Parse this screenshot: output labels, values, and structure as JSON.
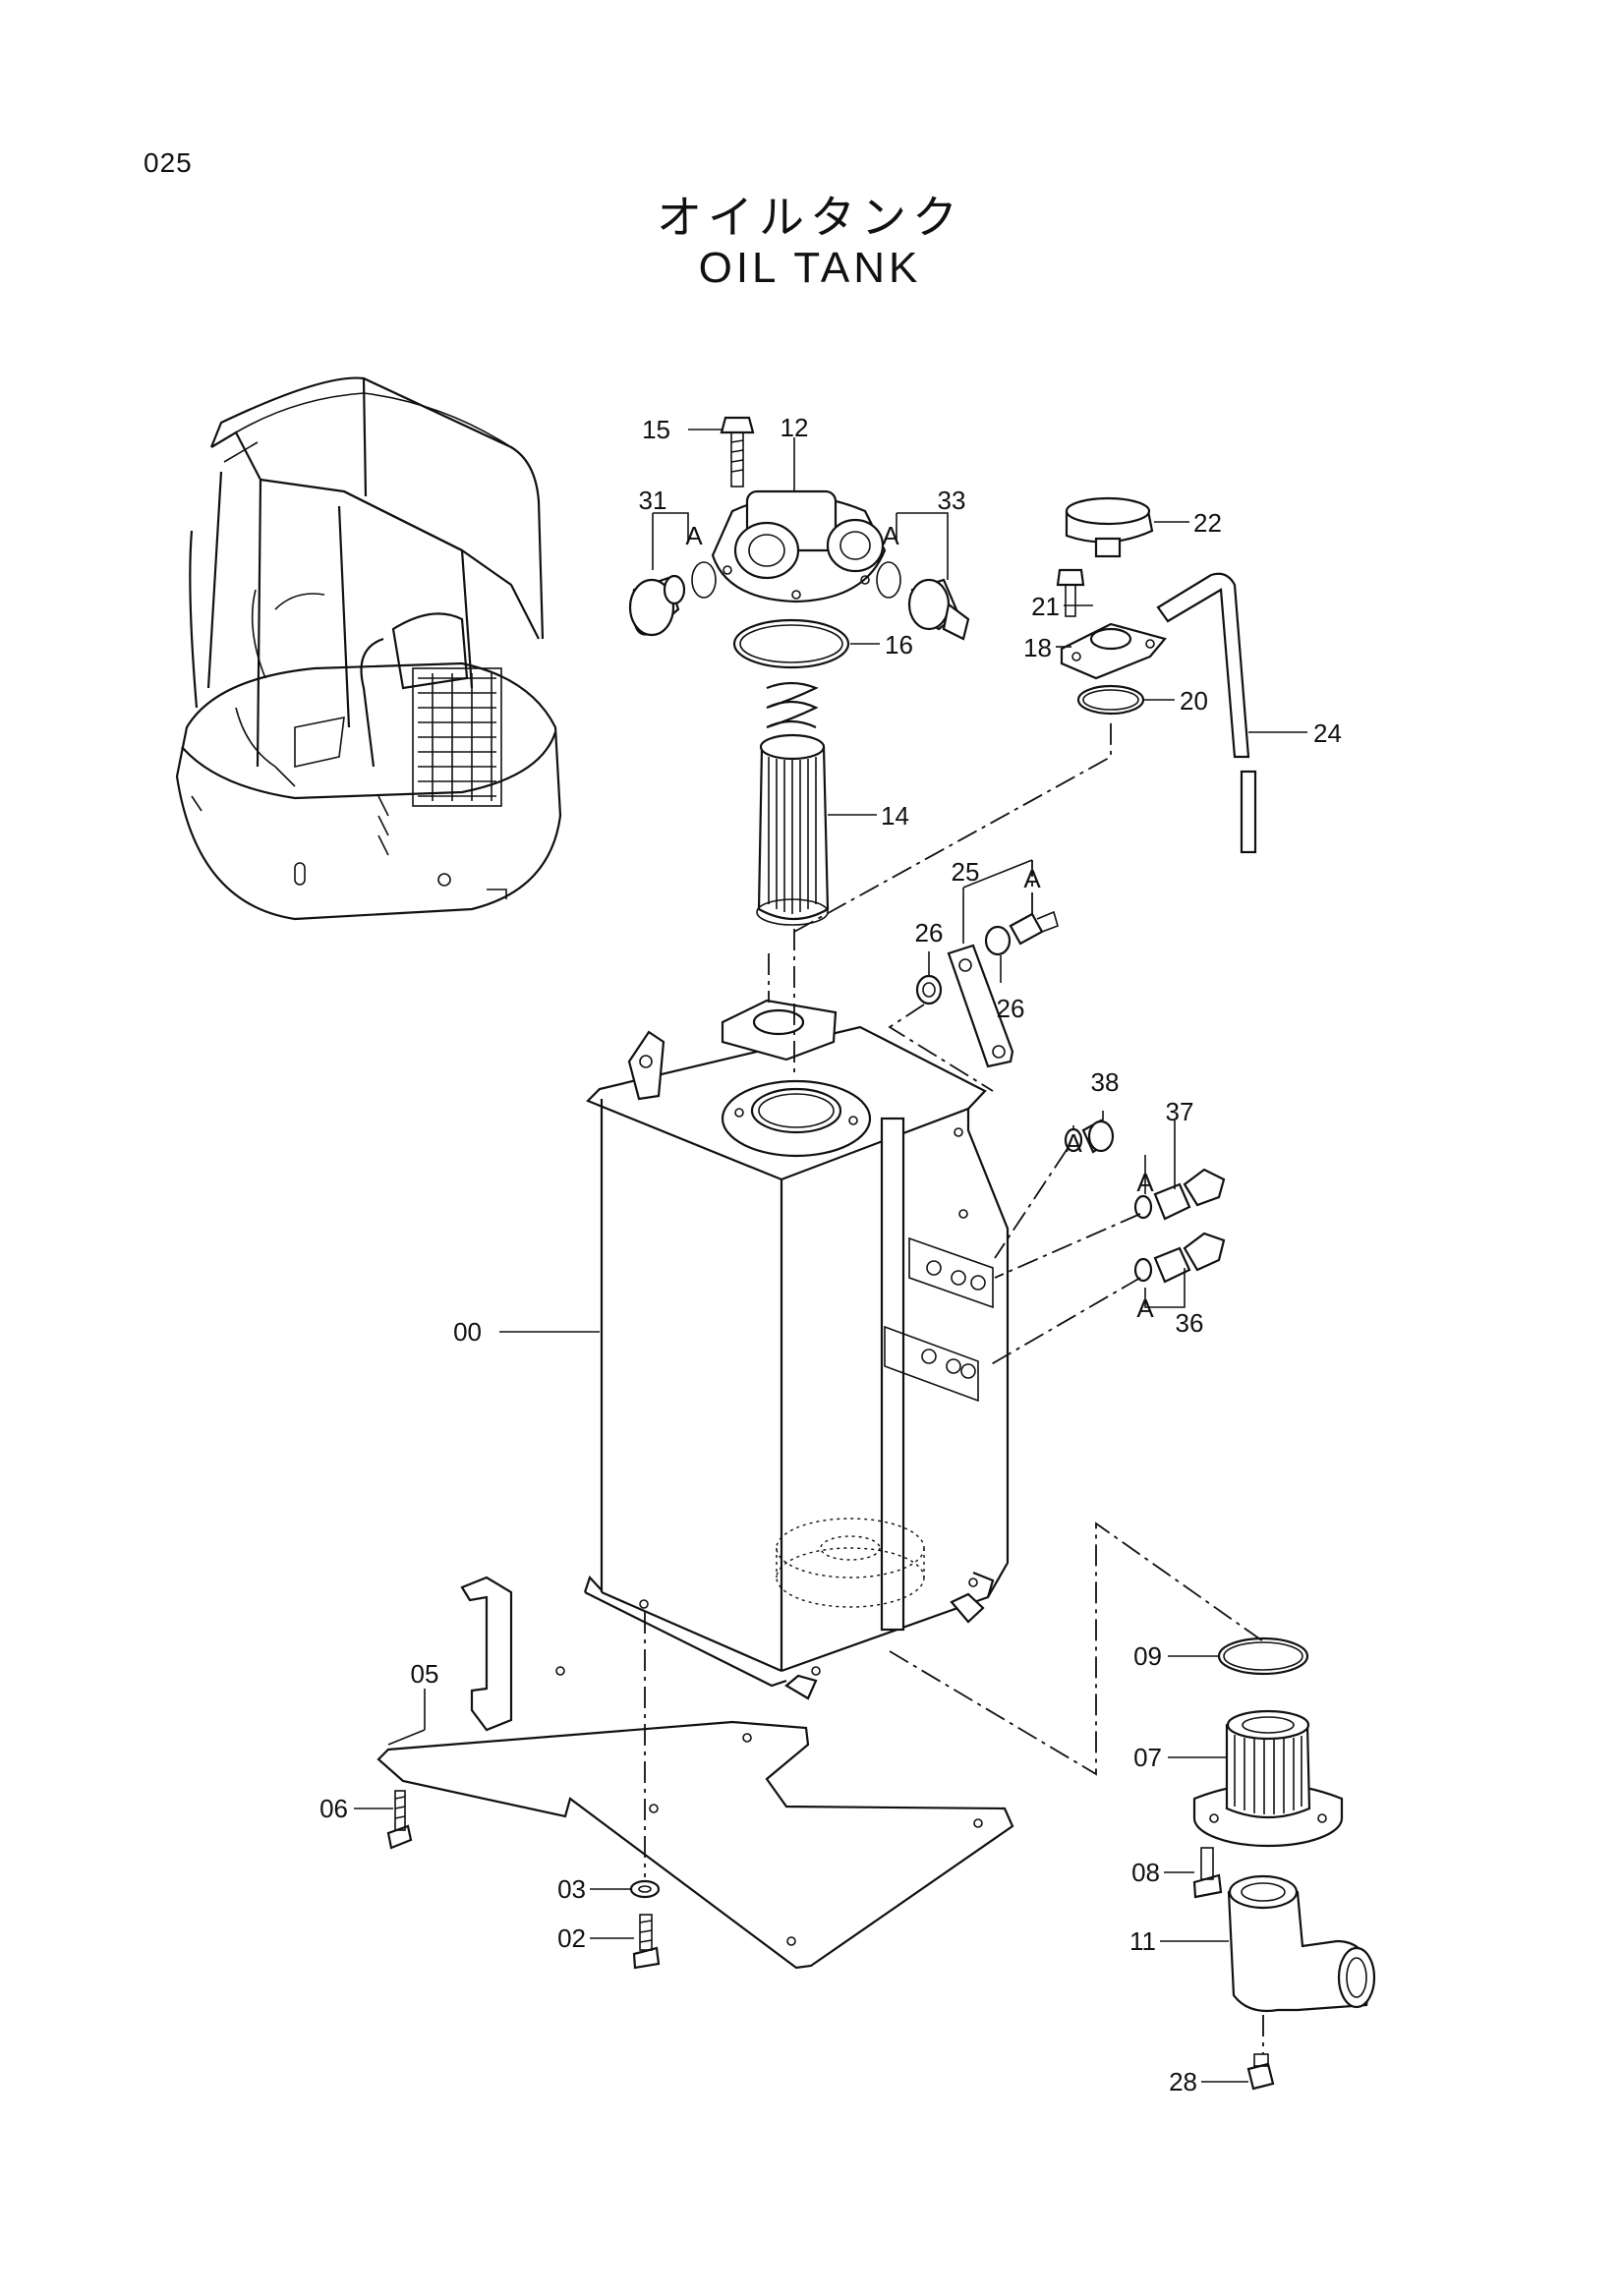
{
  "page_number": "025",
  "title_jp": "オイルタンク",
  "title_en": "OIL TANK",
  "callout_letter": "A",
  "parts": [
    {
      "key": "p15",
      "number": "15"
    },
    {
      "key": "p12",
      "number": "12"
    },
    {
      "key": "p31",
      "number": "31"
    },
    {
      "key": "p33",
      "number": "33"
    },
    {
      "key": "p22",
      "number": "22"
    },
    {
      "key": "p21",
      "number": "21"
    },
    {
      "key": "p16",
      "number": "16"
    },
    {
      "key": "p18",
      "number": "18"
    },
    {
      "key": "p20",
      "number": "20"
    },
    {
      "key": "p24",
      "number": "24"
    },
    {
      "key": "p14",
      "number": "14"
    },
    {
      "key": "p25",
      "number": "25"
    },
    {
      "key": "p26a",
      "number": "26"
    },
    {
      "key": "p26b",
      "number": "26"
    },
    {
      "key": "p38",
      "number": "38"
    },
    {
      "key": "p37",
      "number": "37"
    },
    {
      "key": "p36",
      "number": "36"
    },
    {
      "key": "p00",
      "number": "00"
    },
    {
      "key": "p09",
      "number": "09"
    },
    {
      "key": "p07",
      "number": "07"
    },
    {
      "key": "p05",
      "number": "05"
    },
    {
      "key": "p06",
      "number": "06"
    },
    {
      "key": "p03",
      "number": "03"
    },
    {
      "key": "p02",
      "number": "02"
    },
    {
      "key": "p08",
      "number": "08"
    },
    {
      "key": "p11",
      "number": "11"
    },
    {
      "key": "p28",
      "number": "28"
    }
  ]
}
